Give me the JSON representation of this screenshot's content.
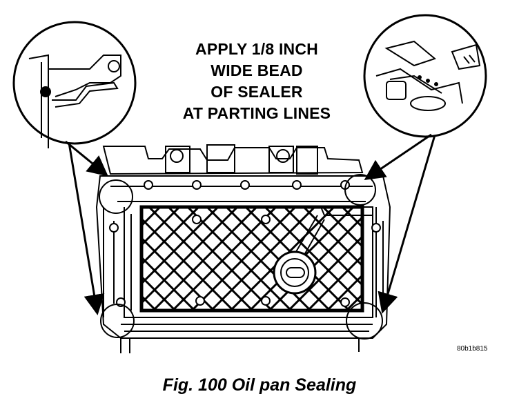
{
  "instruction": {
    "lines": [
      "APPLY 1/8 INCH",
      "WIDE BEAD",
      "OF SEALER",
      "AT PARTING LINES"
    ]
  },
  "figure_code": "80b1b815",
  "caption": "Fig. 100 Oil pan Sealing"
}
